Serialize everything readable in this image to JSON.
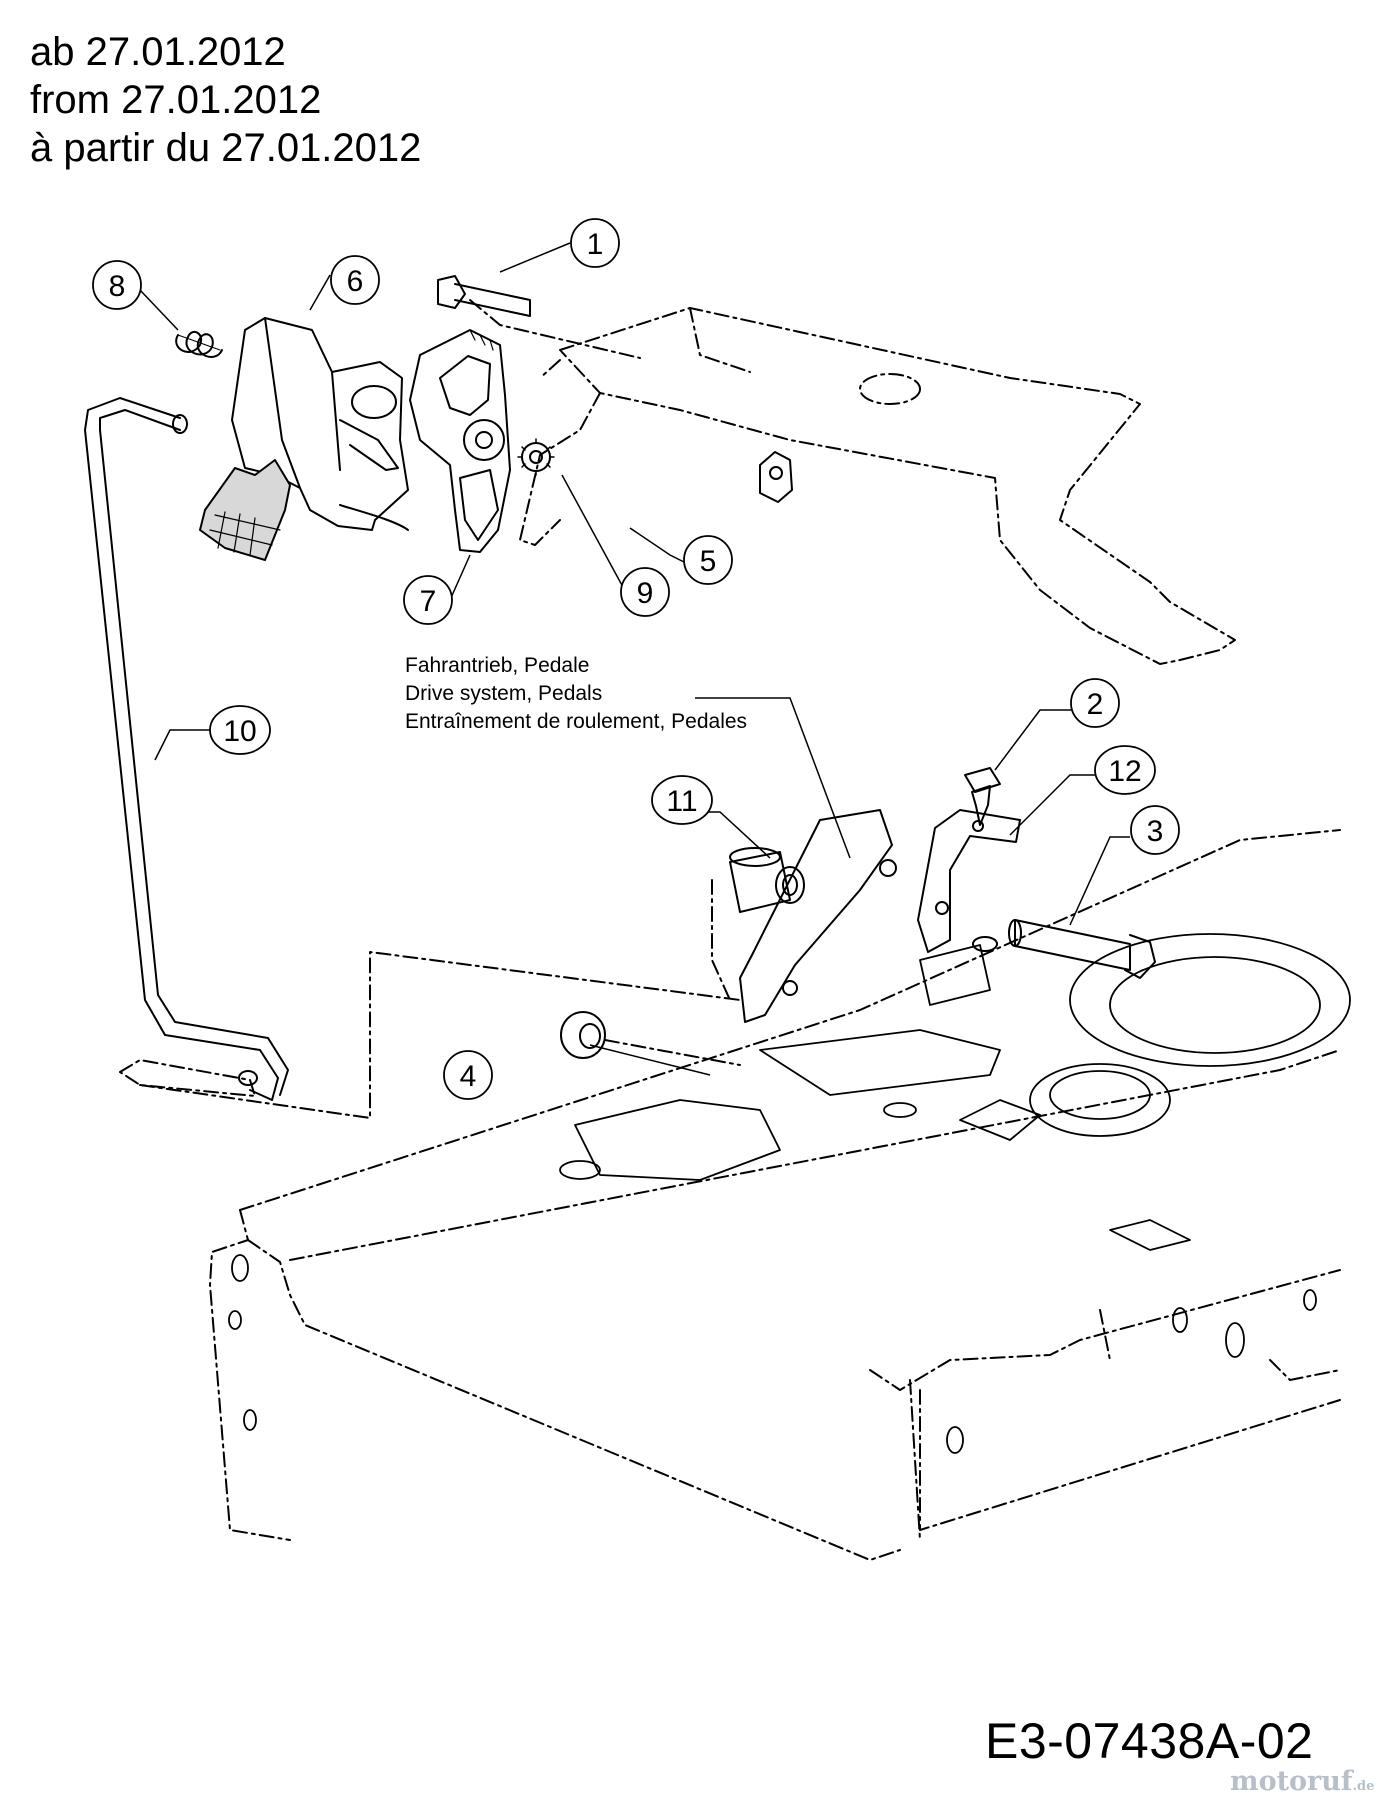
{
  "header": {
    "line_de": "ab 27.01.2012",
    "line_en": "from 27.01.2012",
    "line_fr": "à partir du 27.01.2012"
  },
  "reference_note": {
    "line_de": "Fahrantrieb, Pedale",
    "line_en": "Drive system, Pedals",
    "line_fr": "Entraînement de roulement, Pedales"
  },
  "callouts": [
    {
      "id": "1",
      "label": "1"
    },
    {
      "id": "2",
      "label": "2"
    },
    {
      "id": "3",
      "label": "3"
    },
    {
      "id": "4",
      "label": "4"
    },
    {
      "id": "5",
      "label": "5"
    },
    {
      "id": "6",
      "label": "6"
    },
    {
      "id": "7",
      "label": "7"
    },
    {
      "id": "8",
      "label": "8"
    },
    {
      "id": "9",
      "label": "9"
    },
    {
      "id": "10",
      "label": "10"
    },
    {
      "id": "11",
      "label": "11"
    },
    {
      "id": "12",
      "label": "12"
    }
  ],
  "document_id": "E3-07438A-02",
  "brand": {
    "name": "motoruf",
    "tld": ".de"
  }
}
